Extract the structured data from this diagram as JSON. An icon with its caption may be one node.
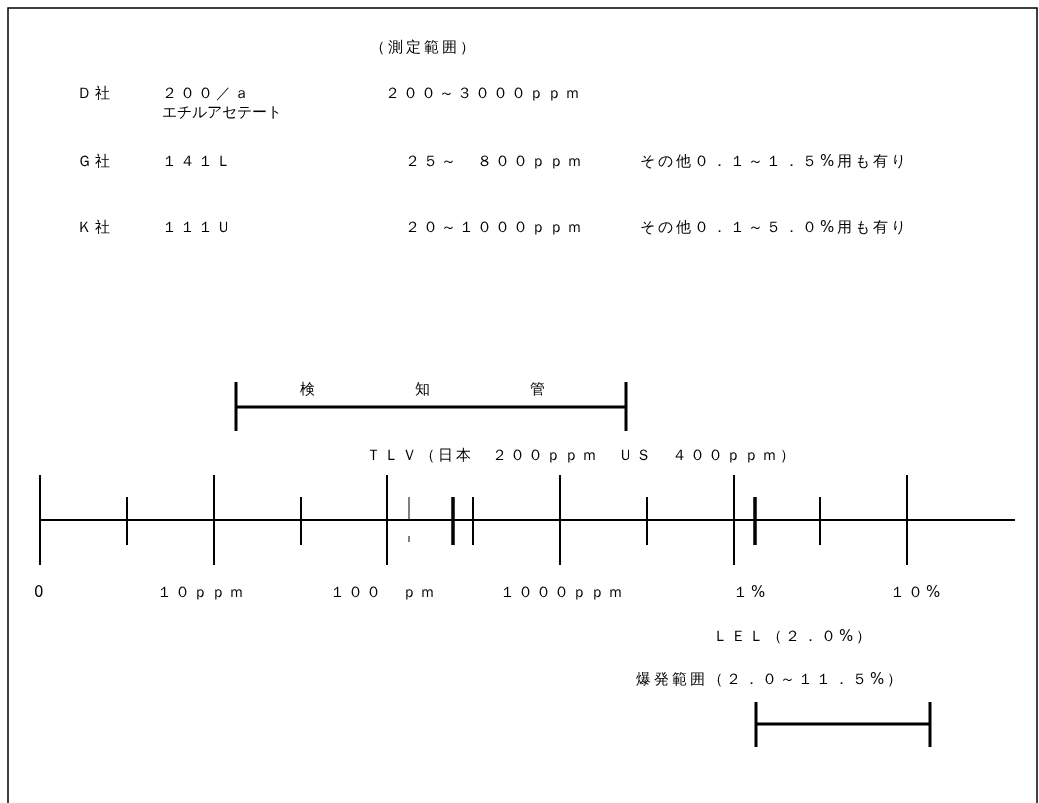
{
  "diagram": {
    "labels": [
      "（測定範囲）",
      "Ｄ社",
      "２００／ａ",
      "２００～３０００ｐｐｍ",
      "エチルアセテート",
      "Ｇ社",
      "１４１Ｌ",
      "２５～　８００ｐｐｍ",
      "その他０．１～１．５%用も有り",
      "Ｋ社",
      "１１１Ｕ",
      "２０～１０００ｐｐｍ",
      "その他０．１～５．０%用も有り",
      "検知管",
      "ＴＬＶ（日本　２００ｐｐｍ　ＵＳ　４００ｐｐｍ）",
      "0",
      "１０ｐｐｍ",
      "１００　ｐｍ",
      "１０００ｐｐｍ",
      "１%",
      "１０%",
      "ＬＥＬ（２．０%）",
      "爆発範囲（２．０～１１．５%）"
    ]
  }
}
